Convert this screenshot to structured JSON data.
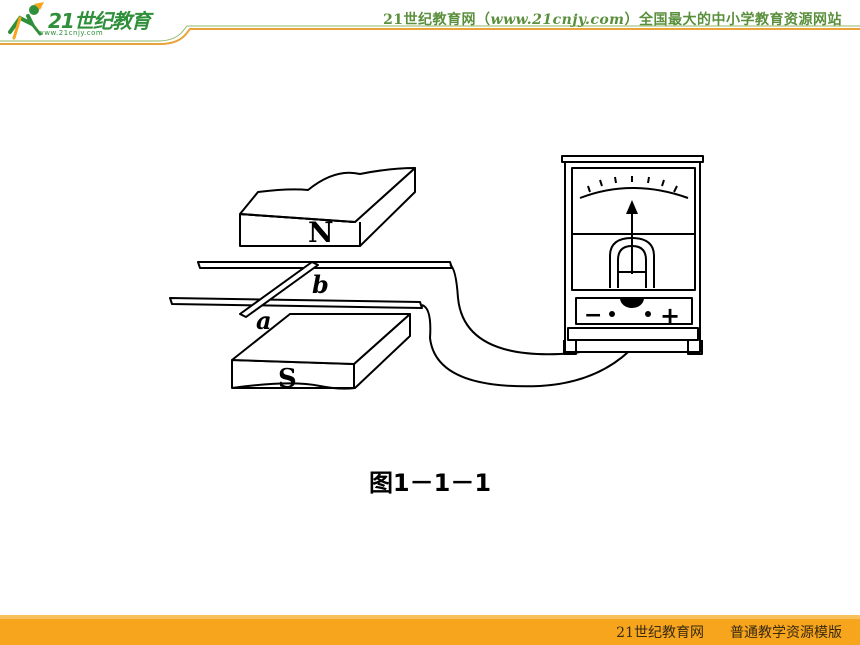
{
  "header": {
    "logo_text": "21世纪教育",
    "logo_url": "www.21cnjy.com",
    "tagline_prefix": "21世纪教育网（",
    "tagline_url": "www.21cnjy.com",
    "tagline_suffix": "）全国最大的中小学教育资源网站"
  },
  "figure": {
    "magnet_top_label": "N",
    "magnet_bottom_label": "S",
    "rod_end_b": "b",
    "rod_end_a": "a",
    "meter_minus": "−",
    "meter_plus": "+",
    "caption": "图1－1－1"
  },
  "footer": {
    "left": "21世纪教育网",
    "right": "普通教学资源模版"
  },
  "colors": {
    "header_accent": "#5a8f3c",
    "footer_bar": "#f6a51d"
  }
}
